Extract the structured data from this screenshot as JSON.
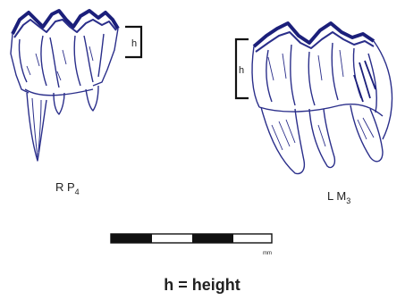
{
  "labels": {
    "tooth_left": {
      "main": "R P",
      "subscript": "4"
    },
    "tooth_right": {
      "main": "L M",
      "subscript": "3"
    },
    "height_marker_left": "h",
    "height_marker_right": "h",
    "scale_unit": "mm",
    "caption": "h = height"
  },
  "colors": {
    "ink": "#2a2e8a",
    "ink_dark": "#1b1f7a",
    "text": "#222222",
    "scale_black": "#111111"
  }
}
